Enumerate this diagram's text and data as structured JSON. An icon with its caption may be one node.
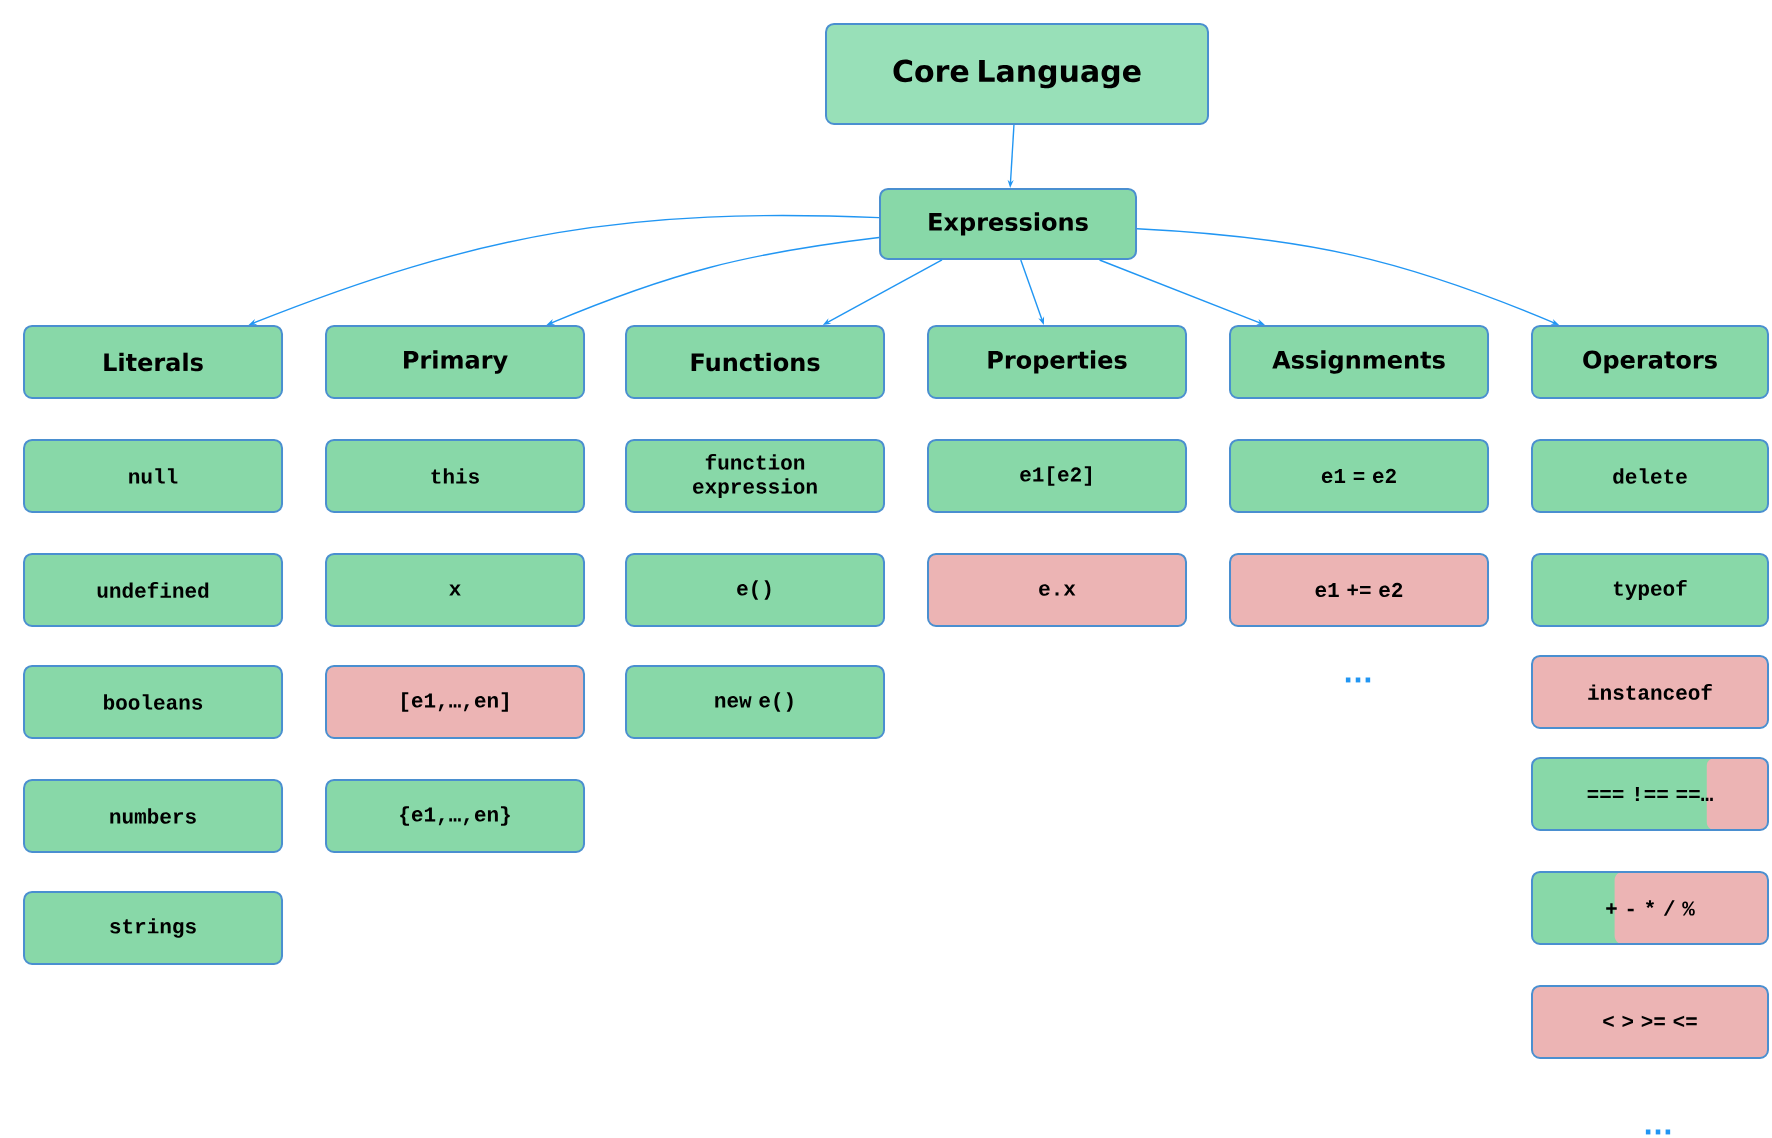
{
  "diagram": {
    "nodes": [
      {
        "text": [
          "Core Language"
        ]
      },
      {
        "text": [
          "Expressions"
        ]
      },
      {
        "text": [
          "Literals"
        ]
      },
      {
        "text": [
          "Primary"
        ]
      },
      {
        "text": [
          "Functions"
        ]
      },
      {
        "text": [
          "Properties"
        ]
      },
      {
        "text": [
          "Assignments"
        ]
      },
      {
        "text": [
          "Operators"
        ]
      },
      {
        "text": [
          "null"
        ]
      },
      {
        "text": [
          "undefined"
        ]
      },
      {
        "text": [
          "booleans"
        ]
      },
      {
        "text": [
          "numbers"
        ]
      },
      {
        "text": [
          "strings"
        ]
      },
      {
        "text": [
          "this"
        ]
      },
      {
        "text": [
          "x"
        ]
      },
      {
        "text": [
          "[e1,…,en]"
        ]
      },
      {
        "text": [
          "{e1,…,en}"
        ]
      },
      {
        "text": [
          "function expression"
        ]
      },
      {
        "text": [
          "e()"
        ]
      },
      {
        "text": [
          "new e()"
        ]
      },
      {
        "text": [
          "e1[e2]"
        ]
      },
      {
        "text": [
          "e.x"
        ]
      },
      {
        "text": [
          "e1 = e2"
        ]
      },
      {
        "text": [
          "e1 += e2"
        ]
      },
      {
        "text": [
          "delete"
        ]
      },
      {
        "text": [
          "typeof"
        ]
      },
      {
        "text": [
          "instanceof"
        ]
      },
      {
        "text": [
          "=== !== ==…"
        ]
      },
      {
        "text": [
          "+ - * / %"
        ]
      },
      {
        "text": [
          "< > >= <="
        ]
      }
    ],
    "edges": [
      {
        "from": 0,
        "to": 1,
        "arrow": "to"
      },
      {
        "from": 1,
        "to": 2,
        "arrow": "to"
      },
      {
        "from": 1,
        "to": 3,
        "arrow": "to"
      },
      {
        "from": 1,
        "to": 4,
        "arrow": "to"
      },
      {
        "from": 1,
        "to": 5,
        "arrow": "to"
      },
      {
        "from": 1,
        "to": 6,
        "arrow": "to"
      },
      {
        "from": 1,
        "to": 7,
        "arrow": "to"
      }
    ],
    "labels": [
      "...",
      "..."
    ]
  }
}
